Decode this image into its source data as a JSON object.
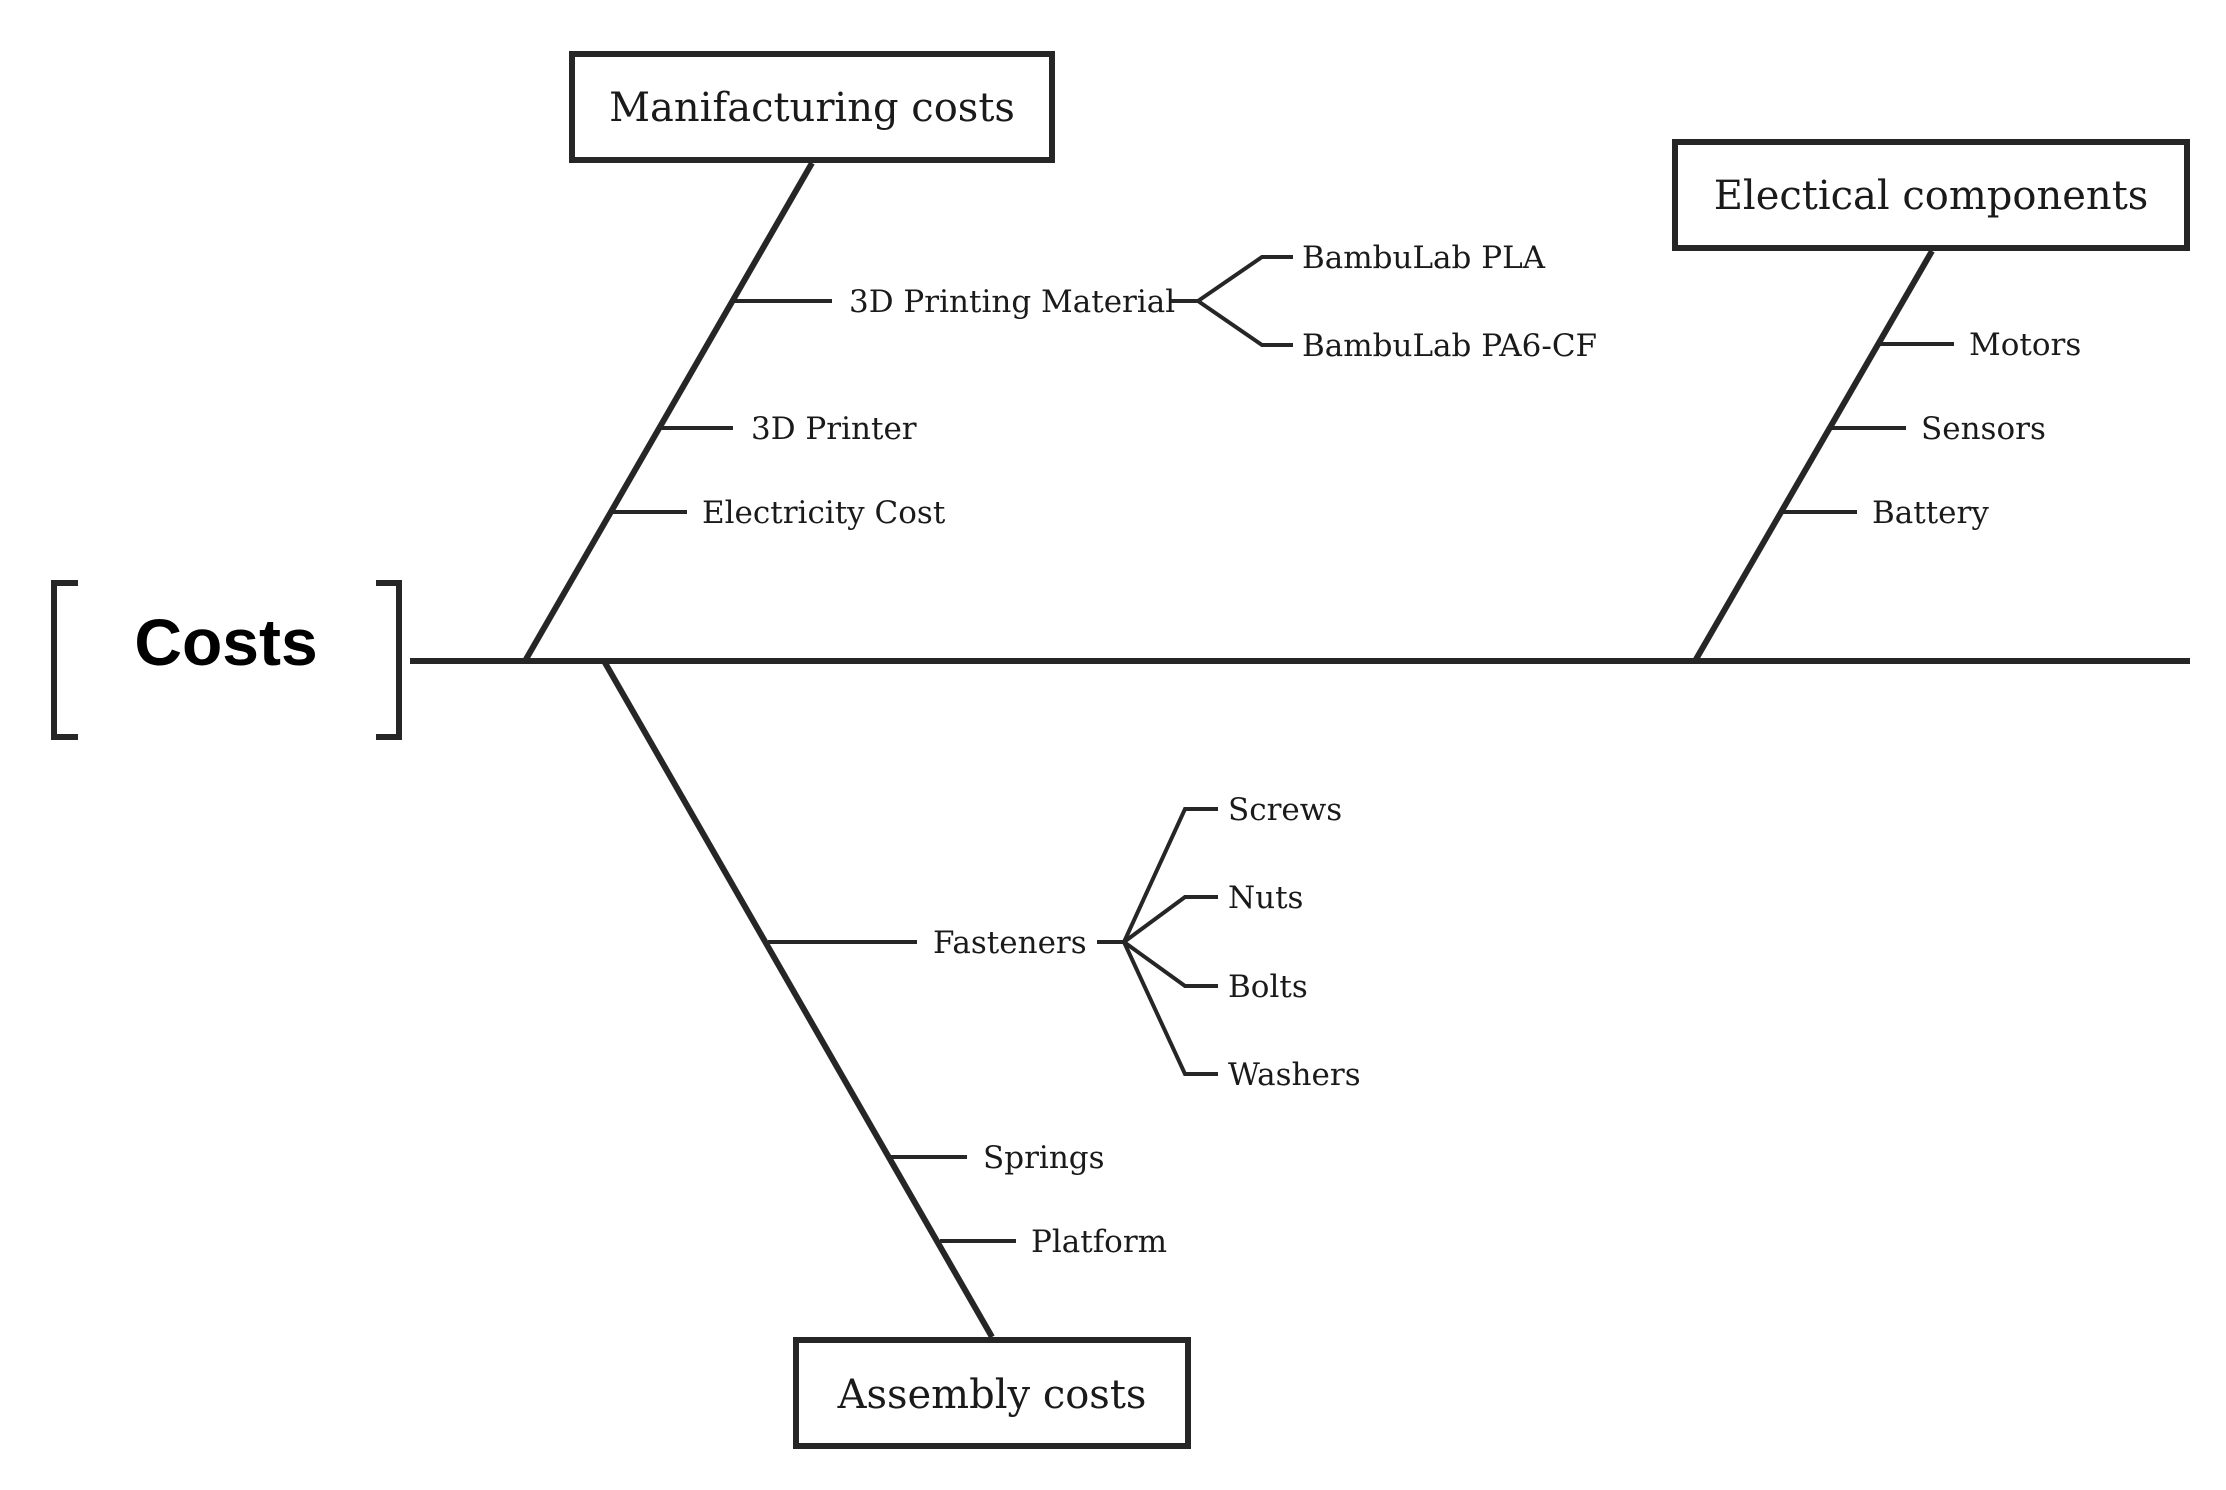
{
  "head": {
    "label": "Costs"
  },
  "categories": {
    "manufacturing": {
      "title": "Manifacturing costs",
      "causes": {
        "material": {
          "label": "3D Printing Material",
          "subs": [
            "BambuLab PLA",
            "BambuLab PA6-CF"
          ]
        },
        "printer": {
          "label": "3D Printer"
        },
        "electricity": {
          "label": "Electricity Cost"
        }
      }
    },
    "electrical": {
      "title": "Electical components",
      "causes": {
        "motors": {
          "label": "Motors"
        },
        "sensors": {
          "label": "Sensors"
        },
        "battery": {
          "label": "Battery"
        }
      }
    },
    "assembly": {
      "title": "Assembly costs",
      "causes": {
        "fasteners": {
          "label": "Fasteners",
          "subs": [
            "Screws",
            "Nuts",
            "Bolts",
            "Washers"
          ]
        },
        "springs": {
          "label": "Springs"
        },
        "platform": {
          "label": "Platform"
        }
      }
    }
  }
}
